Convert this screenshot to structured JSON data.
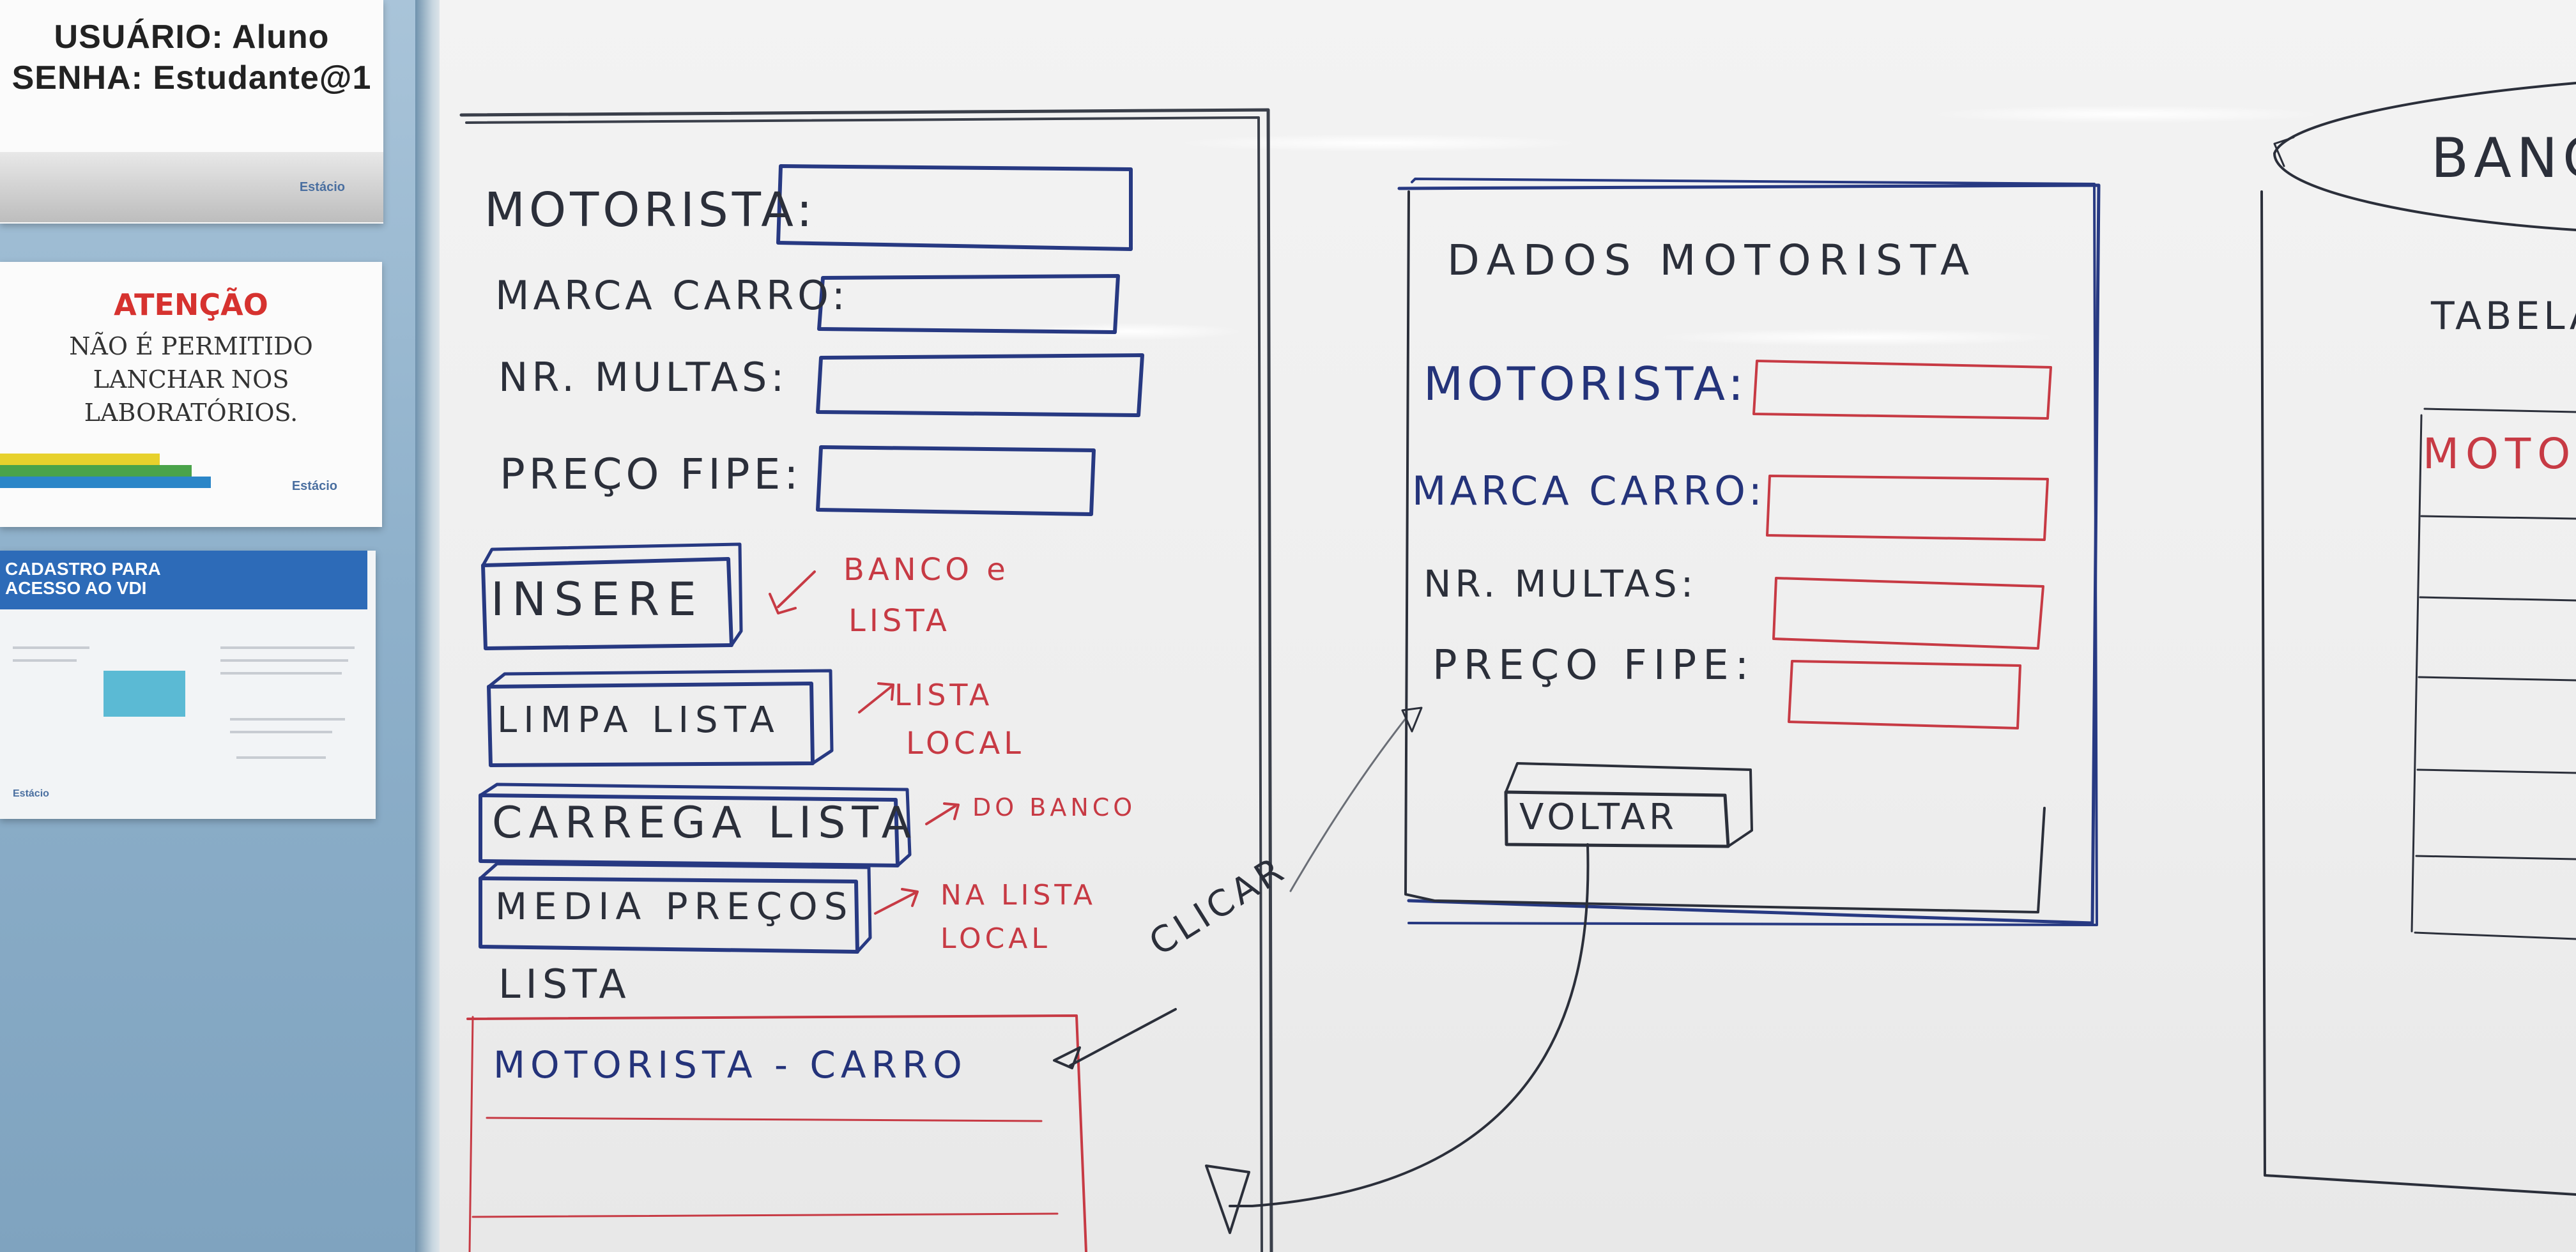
{
  "posters": {
    "credentials": {
      "user_line": "USUÁRIO: Aluno",
      "password_line": "SENHA: Estudante@1",
      "logo": "Estácio"
    },
    "notice": {
      "title": "ATENÇÃO",
      "lines": [
        "NÃO É PERMITIDO",
        "LANCHAR NOS",
        "LABORATÓRIOS."
      ],
      "logo": "Estácio"
    },
    "vdi": {
      "title_line1": "CADASTRO PARA",
      "title_line2": "ACESSO AO VDI",
      "logo": "Estácio"
    }
  },
  "form_screen": {
    "labels": {
      "driver": "MOTORISTA:",
      "car_brand": "MARCA CARRO:",
      "fines": "NR. MULTAS:",
      "fipe_price": "PREÇO FIPE:"
    },
    "buttons": {
      "insert": "INSERE",
      "clear_list": "LIMPA LISTA",
      "load_list": "CARREGA LISTA",
      "average_prices": "MEDIA PREÇOS"
    },
    "notes": {
      "insert": [
        "BANCO e",
        "LISTA"
      ],
      "clear_list": [
        "LISTA",
        "LOCAL"
      ],
      "load_list": "DO BANCO",
      "average_prices": [
        "NA LISTA",
        "LOCAL"
      ]
    },
    "list_label": "LISTA",
    "list_item": "MOTORISTA - CARRO",
    "click_note": "CLICAR"
  },
  "detail_screen": {
    "title": "DADOS MOTORISTA",
    "labels": {
      "driver": "MOTORISTA:",
      "car_brand": "MARCA CARRO:",
      "fines": "NR. MULTAS:",
      "fipe_price": "PREÇO FIPE:"
    },
    "back_button": "VOLTAR"
  },
  "database": {
    "title": "BANCO",
    "table_label": "TABELA",
    "table_header": "MOTOR"
  }
}
